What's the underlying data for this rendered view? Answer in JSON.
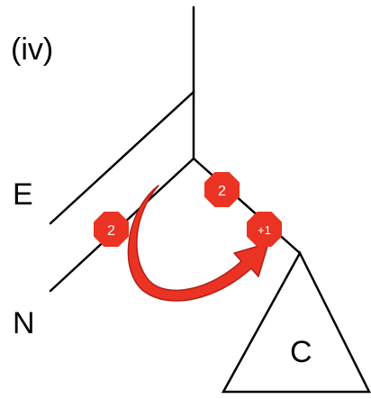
{
  "panel_label": "(iv)",
  "leaf_labels": {
    "E": "E",
    "N": "N"
  },
  "subtree_label": "C",
  "badges": {
    "left": "2",
    "top": "2",
    "bottom_right": "+1"
  },
  "colors": {
    "line": "#000000",
    "badge_fill": "#ea3323",
    "arrow_fill": "#ea3323",
    "arrow_stroke": "#b21e17"
  }
}
